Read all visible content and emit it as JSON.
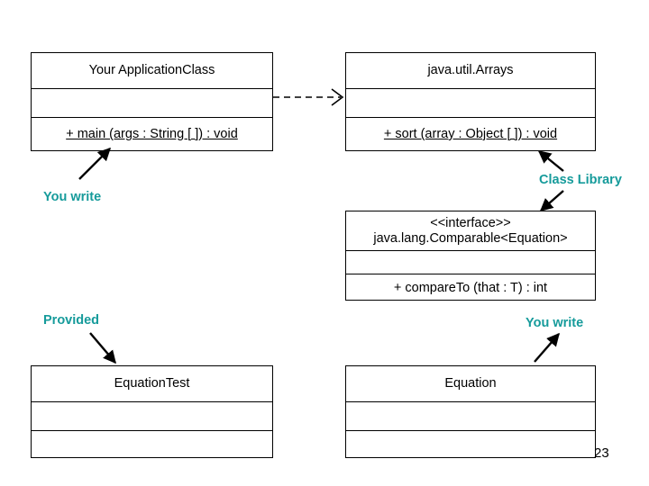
{
  "diagram": {
    "title_semantic": "uml-class-diagram-equation-assignment",
    "page_number": "23",
    "accent_color": "#169B9B",
    "line_color": "#000000",
    "background_color": "#FFFFFF"
  },
  "classes": {
    "application": {
      "name": "Your ApplicationClass",
      "attributes": "",
      "method": "+ main (args : String [ ]) : void"
    },
    "arrays": {
      "name": "java.util.Arrays",
      "attributes": "",
      "method": "+ sort (array : Object [ ]) : void"
    },
    "comparable": {
      "stereotype": "<<interface>>",
      "name": "java.lang.Comparable<Equation>",
      "attributes": "",
      "method": "+ compareTo (that : T) : int"
    },
    "equation_test": {
      "name": "EquationTest",
      "attributes": "",
      "method": ""
    },
    "equation": {
      "name": "Equation",
      "attributes": "",
      "method": ""
    }
  },
  "annotations": [
    {
      "id": "you-write-left",
      "label": "You write"
    },
    {
      "id": "class-library",
      "label": "Class Library"
    },
    {
      "id": "provided",
      "label": "Provided"
    },
    {
      "id": "you-write-right",
      "label": "You write"
    }
  ],
  "connectors": [
    {
      "id": "application-to-arrays",
      "type": "dependency-dashed-open-arrow",
      "from": "application",
      "to": "arrays"
    },
    {
      "id": "arrays-to-comparable",
      "type": "dependency-dashed-open-arrow",
      "from": "arrays",
      "to": "comparable"
    },
    {
      "id": "equation-to-comparable",
      "type": "realization-dashed-hollow-triangle",
      "from": "equation",
      "to": "comparable"
    },
    {
      "id": "application-to-equation",
      "type": "dependency-dashed-open-arrow",
      "from": "application",
      "to": "equation"
    },
    {
      "id": "equationtest-to-equation",
      "type": "dependency-dashed-open-arrow",
      "from": "equation_test",
      "to": "equation"
    }
  ]
}
